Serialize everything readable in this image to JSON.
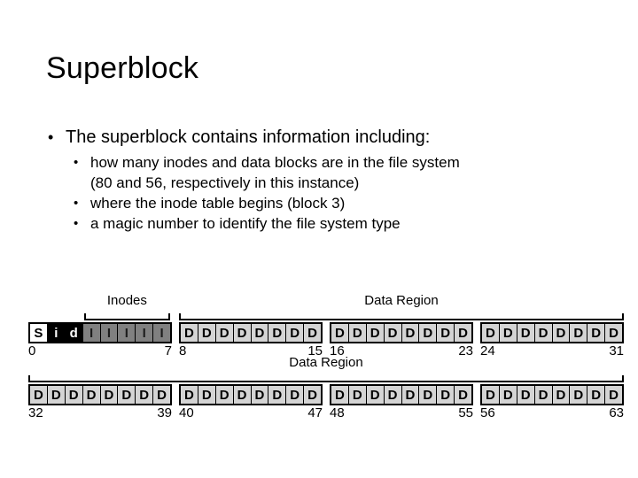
{
  "slide": {
    "title": "Superblock"
  },
  "body": {
    "bullet": {
      "marker": "•",
      "text": "The superblock contains information including:"
    },
    "sub_bullets": [
      {
        "marker": "•",
        "line1": "how many inodes and data blocks are in the file system",
        "line2": "(80 and 56, respectively in this instance)"
      },
      {
        "marker": "•",
        "line1": "where the inode table begins (block 3)",
        "line2": ""
      },
      {
        "marker": "•",
        "line1": "a magic number to identify the file system type",
        "line2": ""
      }
    ]
  },
  "diagram": {
    "colors": {
      "superblock": "#ffffff",
      "bitmap": "#000000",
      "inode": "#808080",
      "data": "#d4d4d4",
      "outline": "#000000"
    },
    "row1": {
      "brackets": [
        {
          "label": "Inodes"
        },
        {
          "label": "Data Region"
        }
      ],
      "groups": [
        {
          "name": "inode-region",
          "start": "0",
          "end": "7",
          "cells": [
            {
              "kind": "s",
              "text": "S"
            },
            {
              "kind": "b",
              "text": "i"
            },
            {
              "kind": "b",
              "text": "d"
            },
            {
              "kind": "i",
              "text": "I"
            },
            {
              "kind": "i",
              "text": "I"
            },
            {
              "kind": "i",
              "text": "I"
            },
            {
              "kind": "i",
              "text": "I"
            },
            {
              "kind": "i",
              "text": "I"
            }
          ]
        },
        {
          "name": "data-group-8-15",
          "start": "8",
          "end": "15",
          "cells": [
            {
              "kind": "d",
              "text": "D"
            },
            {
              "kind": "d",
              "text": "D"
            },
            {
              "kind": "d",
              "text": "D"
            },
            {
              "kind": "d",
              "text": "D"
            },
            {
              "kind": "d",
              "text": "D"
            },
            {
              "kind": "d",
              "text": "D"
            },
            {
              "kind": "d",
              "text": "D"
            },
            {
              "kind": "d",
              "text": "D"
            }
          ]
        },
        {
          "name": "data-group-16-23",
          "start": "16",
          "end": "23",
          "cells": [
            {
              "kind": "d",
              "text": "D"
            },
            {
              "kind": "d",
              "text": "D"
            },
            {
              "kind": "d",
              "text": "D"
            },
            {
              "kind": "d",
              "text": "D"
            },
            {
              "kind": "d",
              "text": "D"
            },
            {
              "kind": "d",
              "text": "D"
            },
            {
              "kind": "d",
              "text": "D"
            },
            {
              "kind": "d",
              "text": "D"
            }
          ]
        },
        {
          "name": "data-group-24-31",
          "start": "24",
          "end": "31",
          "cells": [
            {
              "kind": "d",
              "text": "D"
            },
            {
              "kind": "d",
              "text": "D"
            },
            {
              "kind": "d",
              "text": "D"
            },
            {
              "kind": "d",
              "text": "D"
            },
            {
              "kind": "d",
              "text": "D"
            },
            {
              "kind": "d",
              "text": "D"
            },
            {
              "kind": "d",
              "text": "D"
            },
            {
              "kind": "d",
              "text": "D"
            }
          ]
        }
      ]
    },
    "row2": {
      "brackets": [
        {
          "label": "Data Region"
        }
      ],
      "groups": [
        {
          "name": "data-group-32-39",
          "start": "32",
          "end": "39",
          "cells": [
            {
              "kind": "d",
              "text": "D"
            },
            {
              "kind": "d",
              "text": "D"
            },
            {
              "kind": "d",
              "text": "D"
            },
            {
              "kind": "d",
              "text": "D"
            },
            {
              "kind": "d",
              "text": "D"
            },
            {
              "kind": "d",
              "text": "D"
            },
            {
              "kind": "d",
              "text": "D"
            },
            {
              "kind": "d",
              "text": "D"
            }
          ]
        },
        {
          "name": "data-group-40-47",
          "start": "40",
          "end": "47",
          "cells": [
            {
              "kind": "d",
              "text": "D"
            },
            {
              "kind": "d",
              "text": "D"
            },
            {
              "kind": "d",
              "text": "D"
            },
            {
              "kind": "d",
              "text": "D"
            },
            {
              "kind": "d",
              "text": "D"
            },
            {
              "kind": "d",
              "text": "D"
            },
            {
              "kind": "d",
              "text": "D"
            },
            {
              "kind": "d",
              "text": "D"
            }
          ]
        },
        {
          "name": "data-group-48-55",
          "start": "48",
          "end": "55",
          "cells": [
            {
              "kind": "d",
              "text": "D"
            },
            {
              "kind": "d",
              "text": "D"
            },
            {
              "kind": "d",
              "text": "D"
            },
            {
              "kind": "d",
              "text": "D"
            },
            {
              "kind": "d",
              "text": "D"
            },
            {
              "kind": "d",
              "text": "D"
            },
            {
              "kind": "d",
              "text": "D"
            },
            {
              "kind": "d",
              "text": "D"
            }
          ]
        },
        {
          "name": "data-group-56-63",
          "start": "56",
          "end": "63",
          "cells": [
            {
              "kind": "d",
              "text": "D"
            },
            {
              "kind": "d",
              "text": "D"
            },
            {
              "kind": "d",
              "text": "D"
            },
            {
              "kind": "d",
              "text": "D"
            },
            {
              "kind": "d",
              "text": "D"
            },
            {
              "kind": "d",
              "text": "D"
            },
            {
              "kind": "d",
              "text": "D"
            },
            {
              "kind": "d",
              "text": "D"
            }
          ]
        }
      ]
    }
  }
}
